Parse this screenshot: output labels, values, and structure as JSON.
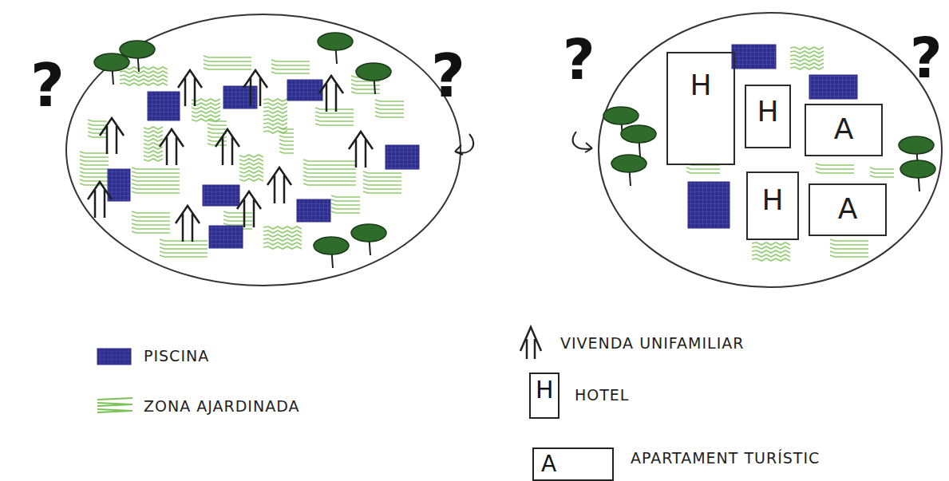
{
  "diagram": {
    "nodes": [
      {
        "text": [
          "H"
        ]
      },
      {
        "text": [
          "H"
        ]
      },
      {
        "text": [
          "A"
        ]
      },
      {
        "text": [
          "H"
        ]
      },
      {
        "text": [
          "A"
        ]
      }
    ],
    "edges": [],
    "labels": [
      "?",
      "?",
      "?",
      "?",
      "H",
      "A"
    ],
    "legend": [
      {
        "text": "PISCINA",
        "color": "#2e2f8c"
      },
      {
        "text": "ZONA AJARDINADA",
        "color": "#7cc257"
      },
      {
        "text": "VIVENDA UNIFAMILIAR"
      },
      {
        "text": "HOTEL"
      },
      {
        "text": "APARTAMENT TURÍSTIC"
      }
    ]
  }
}
